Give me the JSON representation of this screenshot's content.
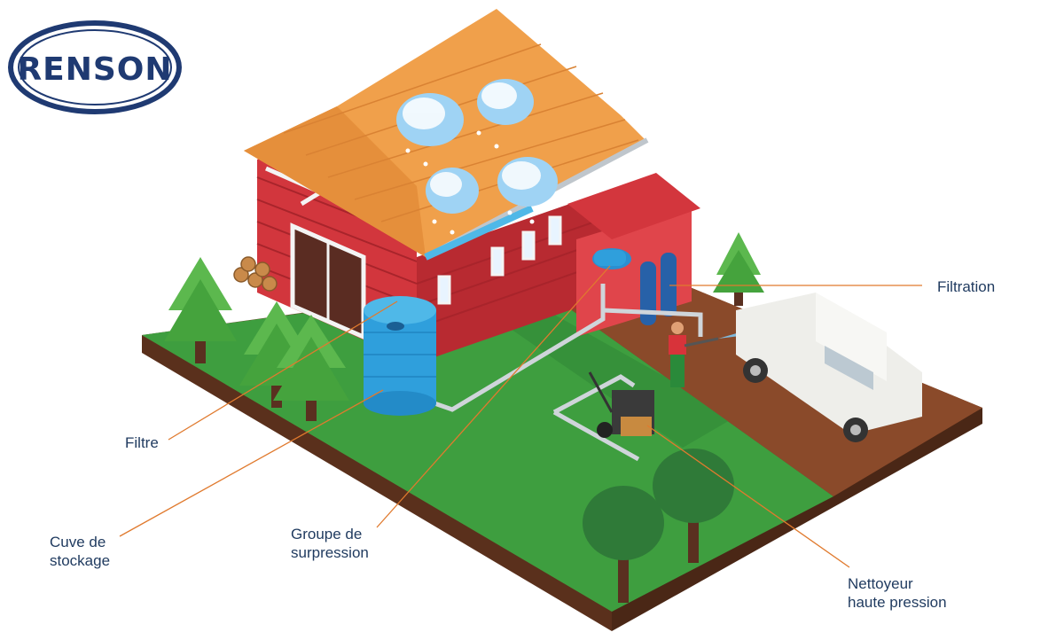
{
  "brand": {
    "logo_text": "RENSON"
  },
  "labels": {
    "filtre": "Filtre",
    "cuve": [
      "Cuve de",
      "stockage"
    ],
    "groupe": [
      "Groupe de",
      "surpression"
    ],
    "filtration": "Filtration",
    "nettoyeur": [
      "Nettoyeur",
      "haute pression"
    ]
  },
  "colors": {
    "brand_blue": "#1f3a72",
    "leader_line": "#e07a2e",
    "barn_red": "#c8323a",
    "roof_orange": "#f0a04b",
    "grass": "#3e9e3f",
    "soil": "#8a4a2a",
    "tank_blue": "#2f9fdc"
  }
}
